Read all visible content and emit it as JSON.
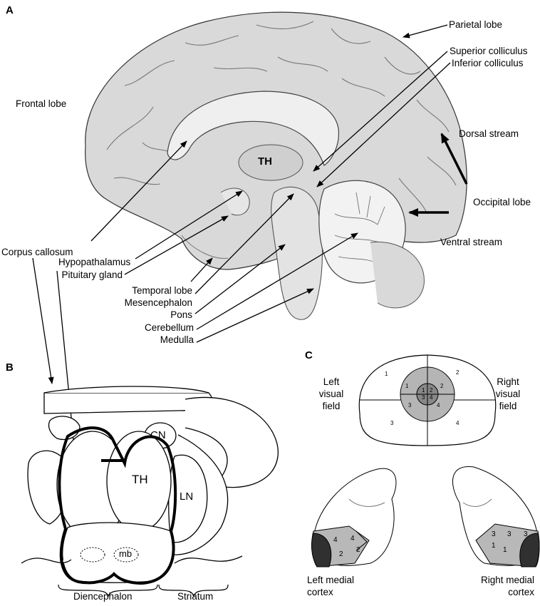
{
  "panels": {
    "a": "A",
    "b": "B",
    "c": "C"
  },
  "panel_a": {
    "lobes": {
      "frontal": "Frontal lobe",
      "parietal": "Parietal lobe",
      "occipital": "Occipital lobe",
      "temporal": "Temporal lobe"
    },
    "structures": {
      "superior_colliculus": "Superior colliculus",
      "inferior_colliculus": "Inferior colliculus",
      "corpus_callosum": "Corpus callosum",
      "hypothalamus": "Hypopathalamus",
      "pituitary": "Pituitary gland",
      "mesencephalon": "Mesencephalon",
      "pons": "Pons",
      "cerebellum": "Cerebellum",
      "medulla": "Medulla",
      "th": "TH"
    },
    "streams": {
      "dorsal": "Dorsal stream",
      "ventral": "Ventral stream"
    }
  },
  "panel_b": {
    "th": "TH",
    "cn": "CN",
    "ln": "LN",
    "mb": "mb",
    "groups": {
      "diencephalon": "Diencephalon",
      "striatum": "Striatum"
    }
  },
  "panel_c": {
    "left_field": [
      "Left",
      "visual",
      "field"
    ],
    "right_field": [
      "Right",
      "visual",
      "field"
    ],
    "left_cortex": [
      "Left medial",
      "cortex"
    ],
    "right_cortex": [
      "Right medial",
      "cortex"
    ],
    "field_numbers": {
      "outer": [
        "1",
        "2",
        "3",
        "4"
      ],
      "middle": [
        "1",
        "2",
        "3",
        "4"
      ],
      "inner": [
        "1",
        "2",
        "3",
        "4"
      ]
    },
    "left_cortex_numbers": [
      "4",
      "4",
      "2",
      "2"
    ],
    "right_cortex_numbers": [
      "3",
      "3",
      "3",
      "1",
      "1"
    ]
  },
  "colors": {
    "brain_fill": "#d9d9d9",
    "brain_dark": "#9a9a9a",
    "line": "#000000"
  }
}
